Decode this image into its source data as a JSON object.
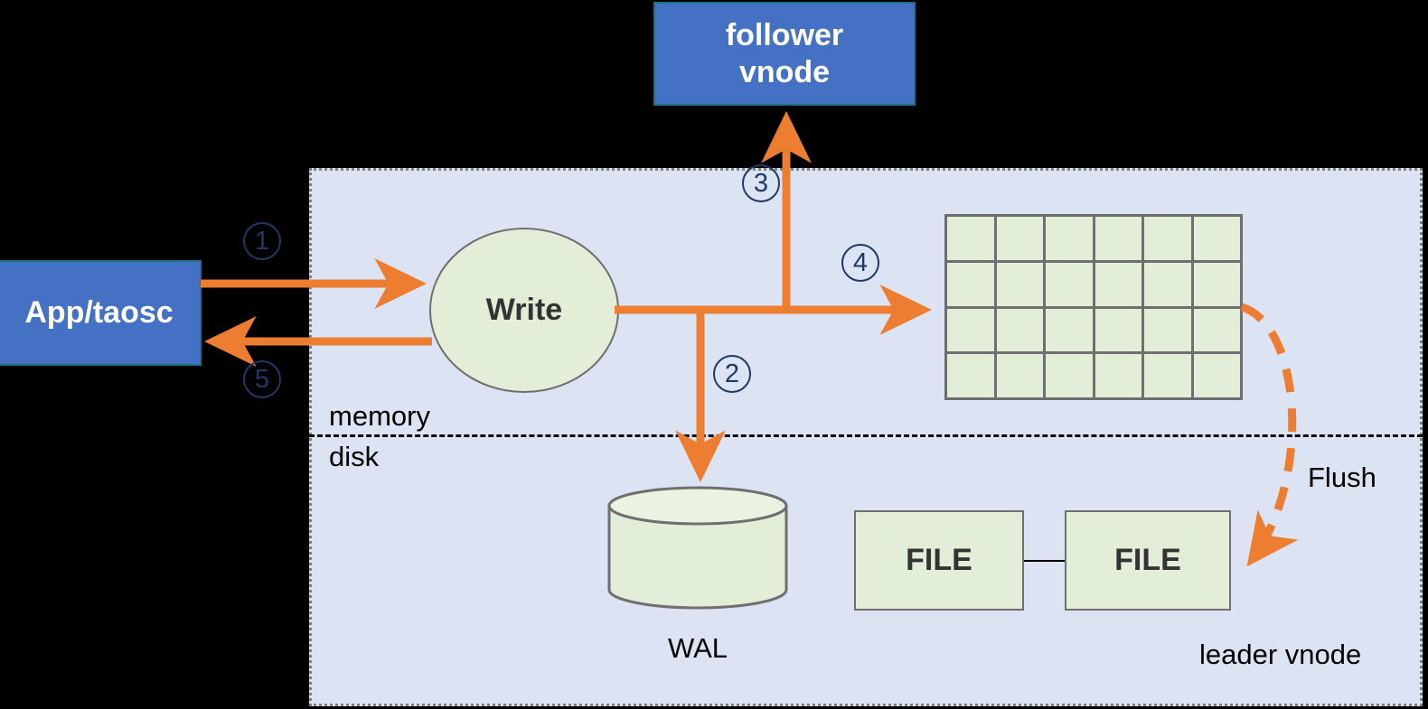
{
  "diagram": {
    "title": "TDengine leader vnode write path",
    "colors": {
      "panel_fill": "#dce3f2",
      "panel_border": "#7f7f7f",
      "blue_box": "#4571c4",
      "blue_box_border": "#1f6f86",
      "green_fill": "#e2eed8",
      "shape_border": "#6f6f6f",
      "arrow": "#ed7d31",
      "step_number": "#1f3864",
      "text": "#000000",
      "shape_text": "#333333",
      "background": "#000000"
    }
  },
  "nodes": {
    "follower_vnode": {
      "label": "follower\nvnode",
      "line1": "follower",
      "line2": "vnode"
    },
    "app_taosc": {
      "label": "App/taosc"
    },
    "write": {
      "label": "Write"
    },
    "wal": {
      "label": "WAL"
    },
    "file_1": {
      "label": "FILE"
    },
    "file_2": {
      "label": "FILE"
    },
    "memtable": {
      "columns": 6,
      "rows": 4
    }
  },
  "labels": {
    "memory": "memory",
    "disk": "disk",
    "flush": "Flush",
    "leader_vnode": "leader vnode"
  },
  "steps": [
    {
      "id": 1,
      "glyph": "1",
      "description": "App/taosc sends write to Write"
    },
    {
      "id": 2,
      "glyph": "2",
      "description": "Write appends to WAL"
    },
    {
      "id": 3,
      "glyph": "3",
      "description": "Write replicates to follower vnode"
    },
    {
      "id": 4,
      "glyph": "4",
      "description": "Write inserts into memtable"
    },
    {
      "id": 5,
      "glyph": "5",
      "description": "Write acknowledges App/taosc"
    }
  ]
}
